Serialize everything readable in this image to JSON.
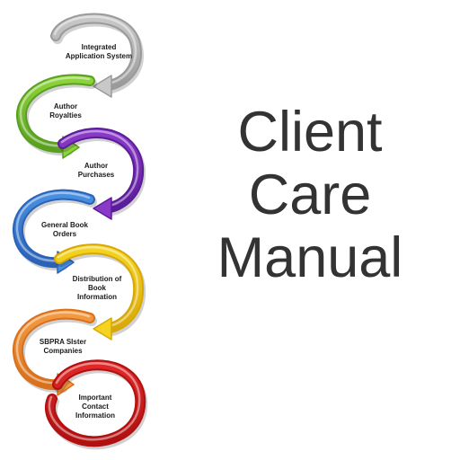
{
  "title": {
    "line1": "Client",
    "line2": "Care",
    "line3": "Manual"
  },
  "steps": [
    {
      "label": "Integrated\nApplication System",
      "color": "#c8c8c8",
      "dark": "#9a9a9a"
    },
    {
      "label": "Author\nRoyalties",
      "color": "#8ed43c",
      "dark": "#5aa020"
    },
    {
      "label": "Author\nPurchases",
      "color": "#8a3ac8",
      "dark": "#5a1c98"
    },
    {
      "label": "General Book\nOrders",
      "color": "#4a90e0",
      "dark": "#2a62b8"
    },
    {
      "label": "Distribution of\nBook\nInformation",
      "color": "#f4d420",
      "dark": "#d8a808"
    },
    {
      "label": "SBPRA SIster\nCompanies",
      "color": "#f49a40",
      "dark": "#d8701c"
    },
    {
      "label": "Important\nContact\nInformation",
      "color": "#e02828",
      "dark": "#b01010"
    }
  ]
}
